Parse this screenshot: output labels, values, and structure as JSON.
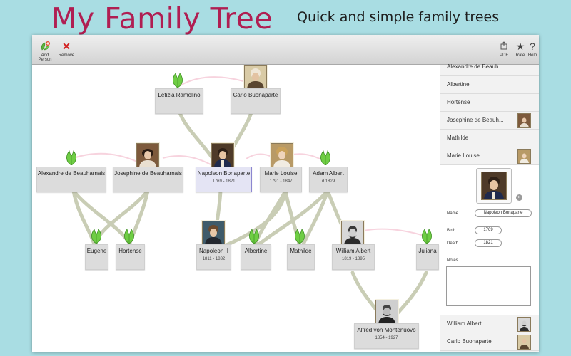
{
  "marketing": {
    "title": "My Family Tree",
    "subtitle": "Quick and simple family trees"
  },
  "toolbar": {
    "add_person": "Add Person",
    "remove": "Remove",
    "pdf": "PDF",
    "rate": "Rate",
    "help": "Help"
  },
  "tree": {
    "nodes": [
      {
        "id": "letizia",
        "name": "Letizia Ramolino",
        "dates": ""
      },
      {
        "id": "carlo",
        "name": "Carlo Buonaparte",
        "dates": ""
      },
      {
        "id": "alexandre",
        "name": "Alexandre de Beauharnais",
        "dates": ""
      },
      {
        "id": "josephine",
        "name": "Josephine de Beauharnais",
        "dates": ""
      },
      {
        "id": "napoleon",
        "name": "Napoleon Bonaparte",
        "dates": "1769 - 1821"
      },
      {
        "id": "marie",
        "name": "Marie Louise",
        "dates": "1791 - 1847"
      },
      {
        "id": "adam",
        "name": "Adam Albert",
        "dates": "d.1829"
      },
      {
        "id": "eugene",
        "name": "Eugene",
        "dates": ""
      },
      {
        "id": "hortense",
        "name": "Hortense",
        "dates": ""
      },
      {
        "id": "napoleon2",
        "name": "Napoleon II",
        "dates": "1811 - 1832"
      },
      {
        "id": "albertine",
        "name": "Albertine",
        "dates": ""
      },
      {
        "id": "mathilde",
        "name": "Mathilde",
        "dates": ""
      },
      {
        "id": "william",
        "name": "William Albert",
        "dates": "1819 - 1895"
      },
      {
        "id": "juliana",
        "name": "Juliana",
        "dates": ""
      },
      {
        "id": "alfred",
        "name": "Alfred von Montenuovo",
        "dates": "1854 - 1927"
      }
    ]
  },
  "sidebar": {
    "list_top": [
      {
        "name": "Alexandre de Beauh..."
      },
      {
        "name": "Albertine"
      },
      {
        "name": "Hortense"
      },
      {
        "name": "Josephine de Beauh..."
      },
      {
        "name": "Mathilde"
      },
      {
        "name": "Marie Louise"
      }
    ],
    "list_bottom": [
      {
        "name": "William Albert"
      },
      {
        "name": "Carlo Buonaparte"
      }
    ],
    "detail": {
      "name_label": "Name",
      "name_value": "Napoleon Bonaparte",
      "birth_label": "Birth",
      "birth_value": "1769",
      "death_label": "Death",
      "death_value": "1821",
      "notes_label": "Notes",
      "notes_value": ""
    }
  },
  "colors": {
    "background": "#a9dde3",
    "title": "#b01e52",
    "node": "#dcdcdc",
    "selected_node_border": "#8c86d0",
    "parent_line": "#c9cdb5",
    "spouse_line": "#f7d3de",
    "leaf": "#6fcd44"
  }
}
